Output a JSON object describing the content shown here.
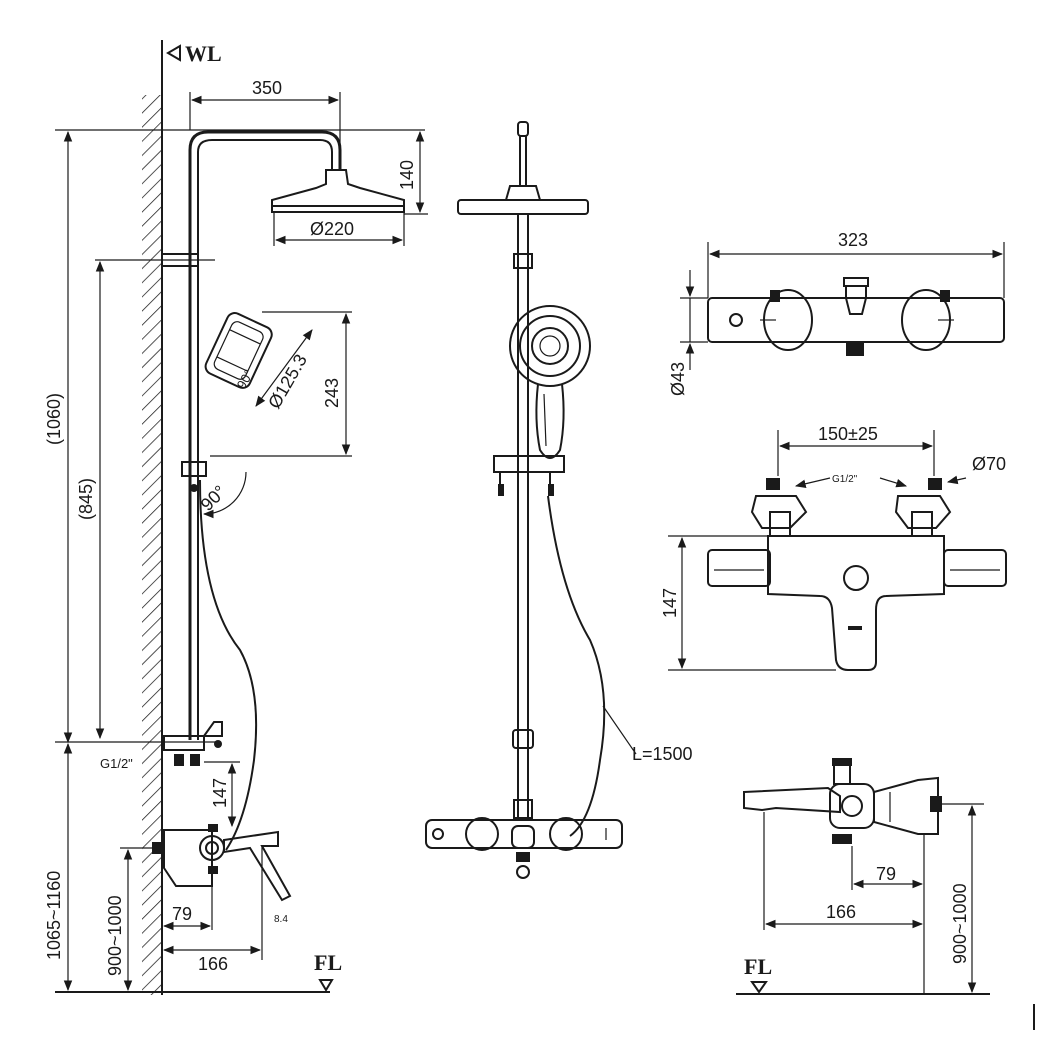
{
  "labels": {
    "wall_level": "WL",
    "floor_level": "FL",
    "floor_level_right": "FL",
    "connection_thread": "G1/2\"",
    "connection_thread_small": "G1/2\"",
    "hose_length": "L=1500",
    "angle_90": "90°",
    "dim_350": "350",
    "dim_140": "140",
    "dim_220": "Ø220",
    "dim_1060": "(1060)",
    "dim_845": "(845)",
    "dim_243": "243",
    "dim_125": "Ø125.3",
    "dim_90": "90°",
    "dim_147_left": "147",
    "dim_1065_1160": "1065~1160",
    "dim_900_1000_left": "900~1000",
    "dim_79_left": "79",
    "dim_166_left": "166",
    "dim_8_4": "8.4",
    "dim_323": "323",
    "dim_43": "Ø43",
    "dim_150_25": "150±25",
    "dim_70": "Ø70",
    "dim_147_right": "147",
    "dim_79_right": "79",
    "dim_166_right": "166",
    "dim_900_1000_right": "900~1000"
  }
}
